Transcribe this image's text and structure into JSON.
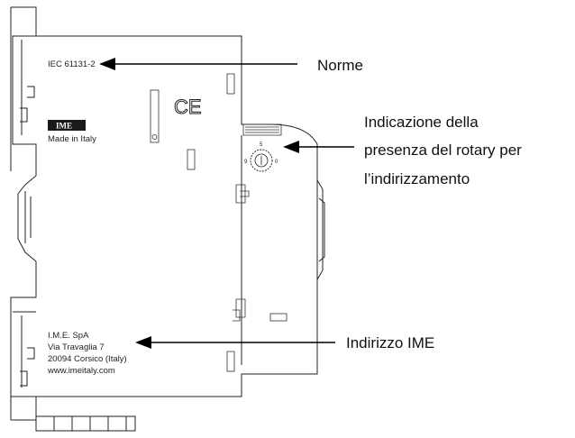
{
  "device": {
    "standard": "IEC 61131-2",
    "logo": "IME",
    "made_in": "Made in Italy",
    "address": [
      "I.M.E. SpA",
      "Via Travaglia 7",
      "20094 Corsico (Italy)",
      "www.imeitaly.com"
    ],
    "rotary_marks": [
      "5",
      "9",
      "0"
    ]
  },
  "callouts": {
    "norme": "Norme",
    "rotary": [
      "Indicazione della",
      "presenza del rotary per",
      "l’indirizzamento"
    ],
    "indirizzo": "Indirizzo IME"
  }
}
